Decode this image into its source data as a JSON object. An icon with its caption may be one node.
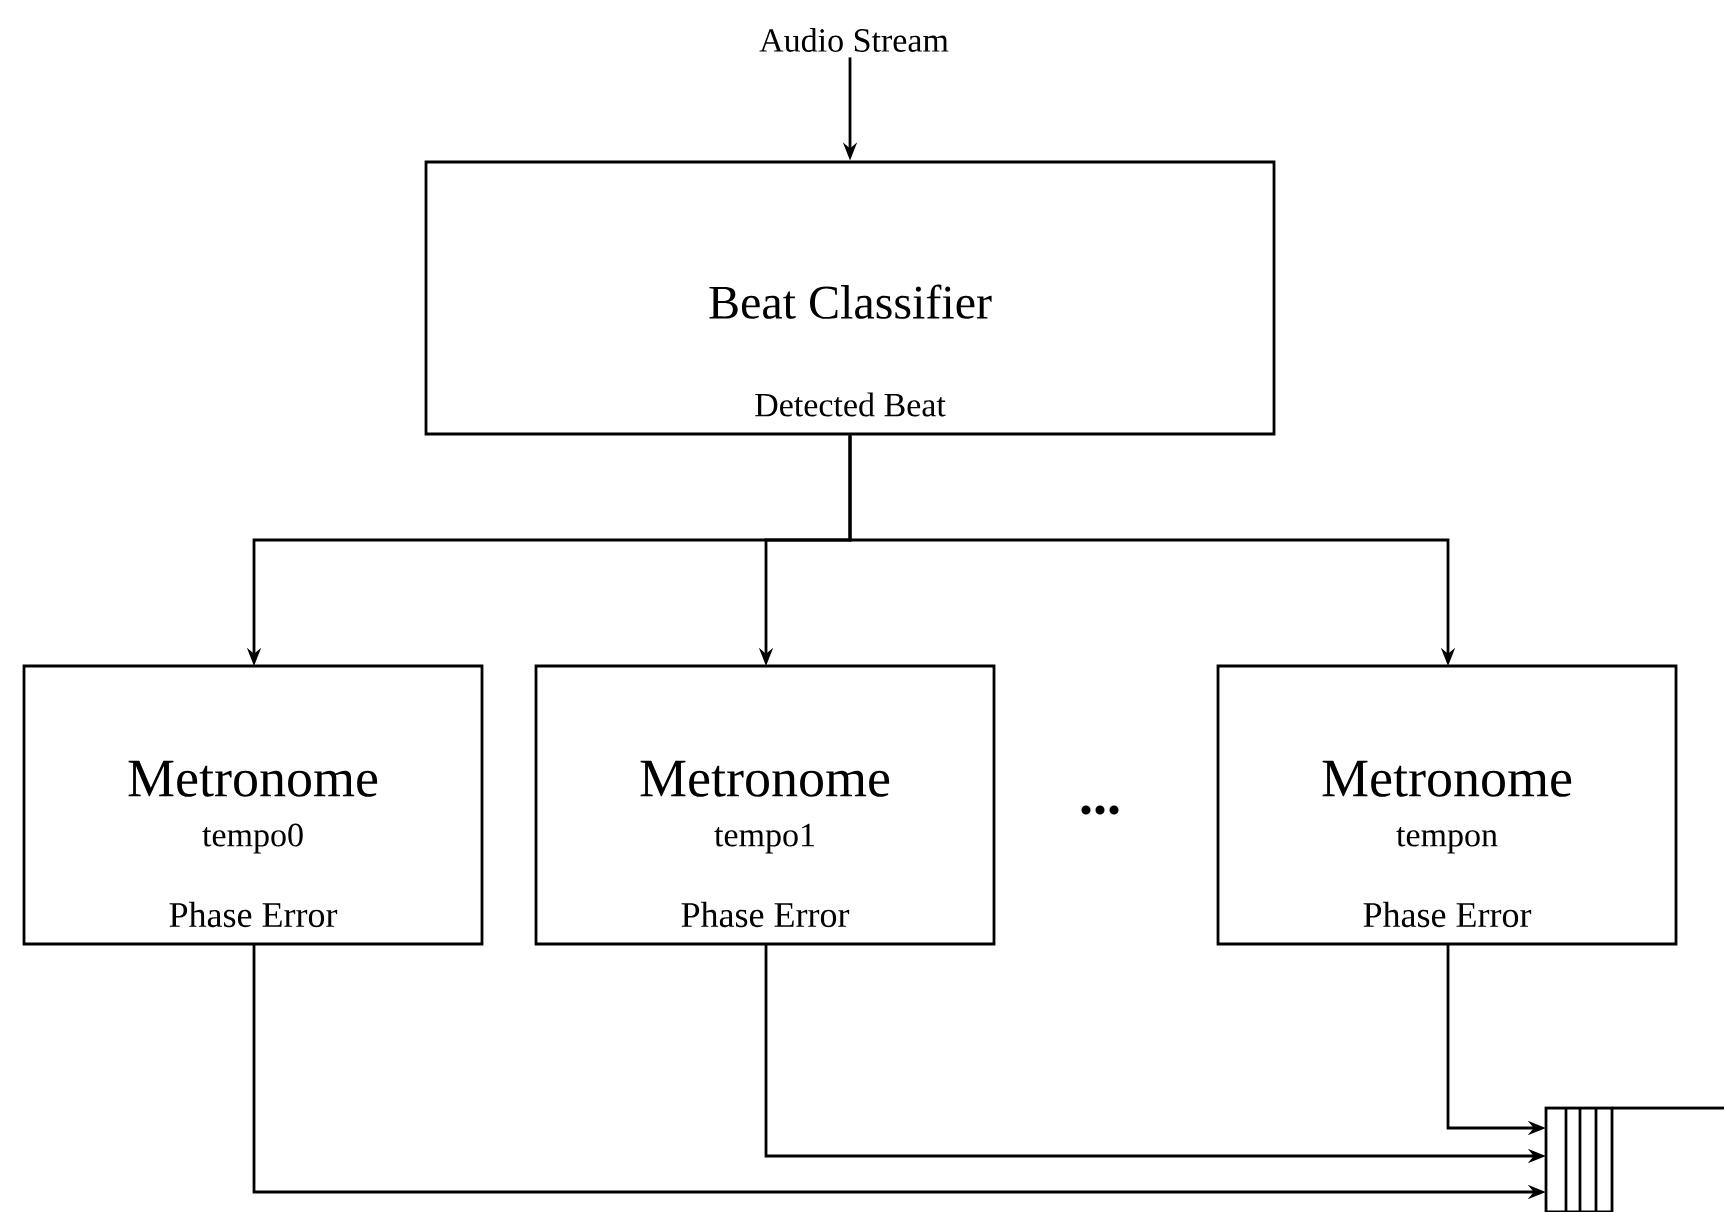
{
  "diagram": {
    "nodes": [
      {
        "text": [
          "Audio Stream"
        ]
      },
      {
        "text": [
          "Beat Classifier",
          "Detected Beat"
        ]
      },
      {
        "text": [
          "Metronome",
          "tempo0",
          "Phase Error"
        ]
      },
      {
        "text": [
          "Metronome",
          "tempo1",
          "Phase Error"
        ]
      },
      {
        "text": [
          "Metronome",
          "tempon",
          "Phase Error"
        ]
      },
      {
        "text": [],
        "shape": "box"
      }
    ],
    "edges": [
      {
        "from": 0,
        "to": 1,
        "arrow": "to"
      },
      {
        "from": 1,
        "to": 2,
        "arrow": "to"
      },
      {
        "from": 1,
        "to": 3,
        "arrow": "to"
      },
      {
        "from": 1,
        "to": 4,
        "arrow": "to"
      },
      {
        "from": 2,
        "to": 5,
        "arrow": "to"
      },
      {
        "from": 3,
        "to": 5,
        "arrow": "to"
      },
      {
        "from": 4,
        "to": 5,
        "arrow": "to"
      },
      {
        "from": 5,
        "to": null,
        "arrow": "none"
      }
    ],
    "labels": [
      "..."
    ]
  }
}
